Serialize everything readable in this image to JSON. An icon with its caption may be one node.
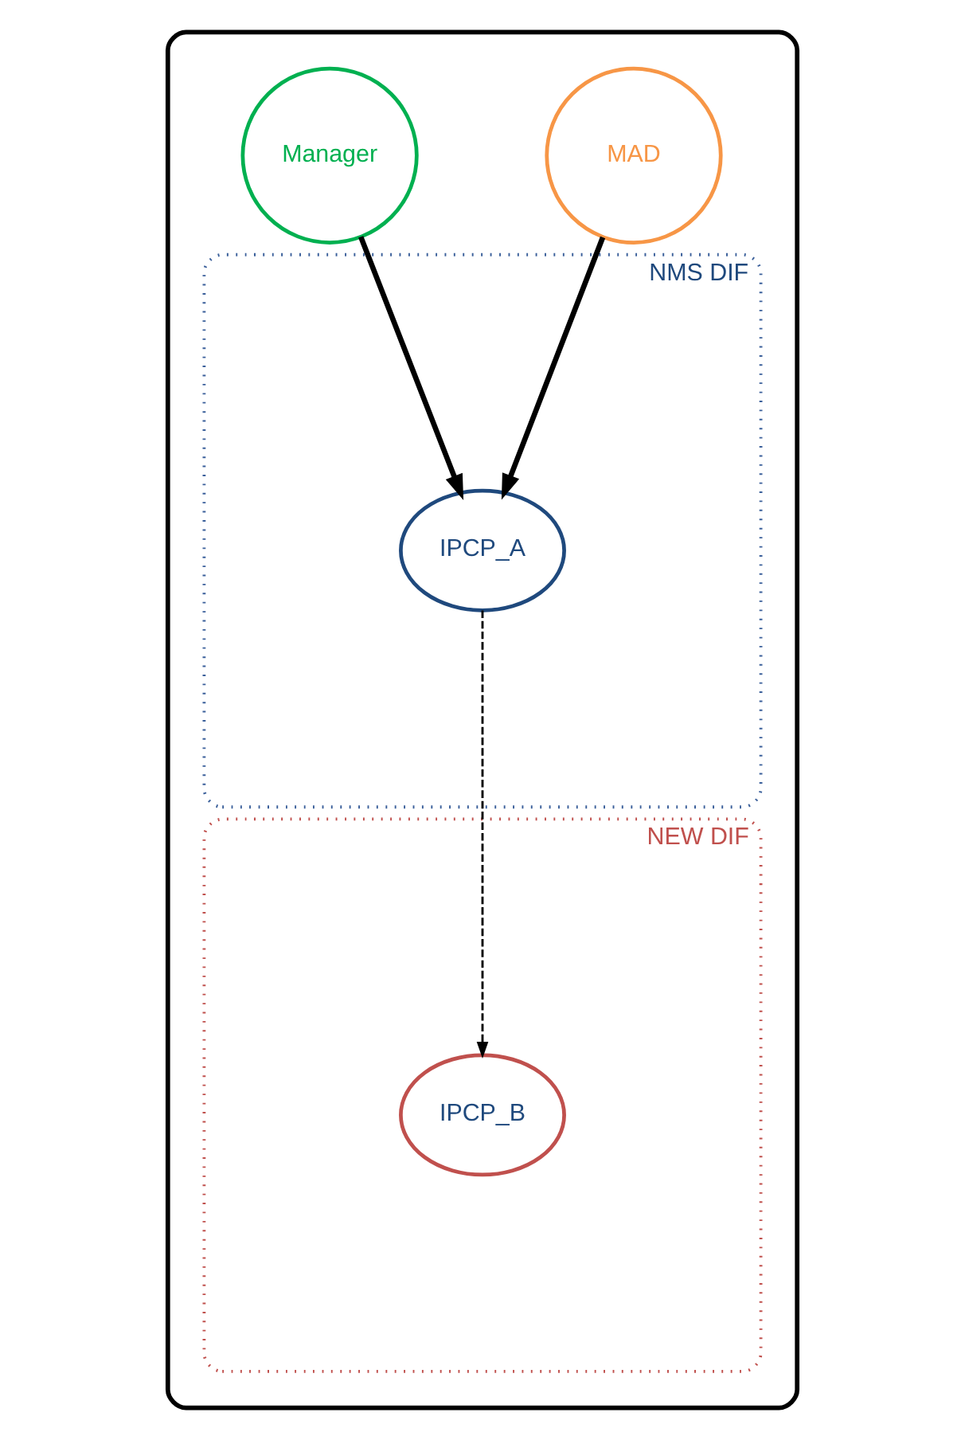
{
  "diagram": {
    "nodes": [
      {
        "text": [],
        "shape": "box"
      },
      {
        "text": [
          "MAD"
        ],
        "in": 0
      },
      {
        "text": [
          "Manager"
        ],
        "in": 0
      },
      {
        "text": [
          "NMS DIF"
        ],
        "in": 0
      },
      {
        "text": [
          "IPCP_A"
        ],
        "in": 3
      },
      {
        "text": [
          "NEW DIF"
        ],
        "in": 0
      },
      {
        "text": [
          "IPCP_B"
        ],
        "in": 5
      }
    ],
    "edges": [
      {
        "from": 1,
        "to": 4,
        "arrow": "to"
      },
      {
        "from": 2,
        "to": 4,
        "arrow": "to"
      },
      {
        "from": 4,
        "to": 6,
        "arrow": "to",
        "style": "dashed"
      }
    ]
  }
}
